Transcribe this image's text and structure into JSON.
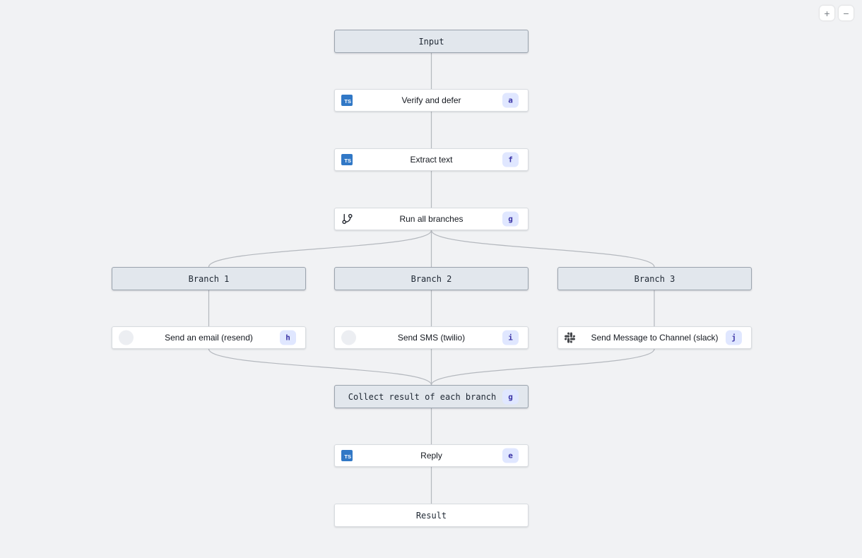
{
  "canvas": {
    "background_color": "#f1f2f4",
    "edge_color": "#b4b8be"
  },
  "zoom_controls": {
    "zoom_in": "+",
    "zoom_out": "−"
  },
  "icons": {
    "typescript": "TS"
  },
  "colors": {
    "header_node_bg": "#e2e7ed",
    "header_node_border": "#9ba4ae",
    "task_node_bg": "#ffffff",
    "task_node_border": "#d9dce0",
    "badge_bg": "#e0e7ff",
    "badge_text": "#3b34a6",
    "typescript_blue": "#3178c6"
  },
  "nodes": {
    "input": {
      "label": "Input",
      "type": "header"
    },
    "verify": {
      "label": "Verify and defer",
      "badge": "a",
      "icon": "typescript-icon"
    },
    "extract": {
      "label": "Extract text",
      "badge": "f",
      "icon": "typescript-icon"
    },
    "run_all": {
      "label": "Run all branches",
      "badge": "g",
      "icon": "git-branch-icon"
    },
    "branch1": {
      "label": "Branch 1",
      "type": "header"
    },
    "branch2": {
      "label": "Branch 2",
      "type": "header"
    },
    "branch3": {
      "label": "Branch 3",
      "type": "header"
    },
    "email": {
      "label": "Send an email (resend)",
      "badge": "h",
      "icon": "resend-icon"
    },
    "sms": {
      "label": "Send SMS (twilio)",
      "badge": "i",
      "icon": "twilio-icon"
    },
    "slack": {
      "label": "Send Message to Channel (slack)",
      "badge": "j",
      "icon": "slack-icon"
    },
    "collect": {
      "label": "Collect result of each branch",
      "badge": "g",
      "type": "header"
    },
    "reply": {
      "label": "Reply",
      "badge": "e",
      "icon": "typescript-icon"
    },
    "result": {
      "label": "Result",
      "type": "plain"
    }
  }
}
